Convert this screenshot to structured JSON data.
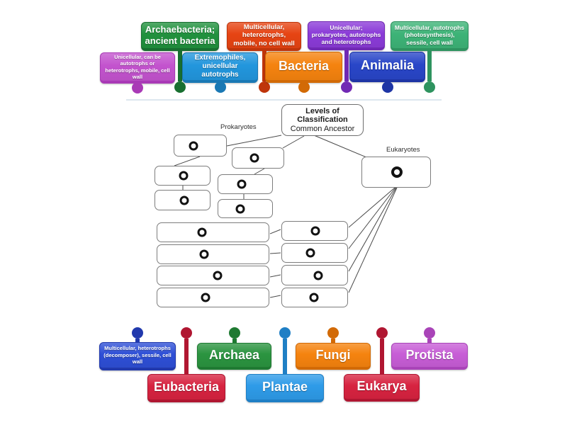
{
  "divider_color": "#dde7ef",
  "root_box": {
    "title1": "Levels of",
    "title2": "Classification",
    "subtitle": "Common Ancestor"
  },
  "group_labels": {
    "prokaryotes": "Prokaryotes",
    "eukaryotes": "Eukaryotes"
  },
  "top_labels": [
    {
      "id": "unicellular-flexible",
      "text": "Unicellular, can be autotrophs or heterotrophs, mobile, cell wall",
      "bg": "#c353ce",
      "accent": "#a93ab6"
    },
    {
      "id": "archaebacteria",
      "text": "Archaebacteria; ancient bacteria",
      "bg": "#21913e",
      "accent": "#186f30"
    },
    {
      "id": "extremophiles",
      "text": "Extremophiles, unicellular autotrophs",
      "bg": "#2296dd",
      "accent": "#1a78b4"
    },
    {
      "id": "multicellular-heterotrophs",
      "text": "Multicellular, heterotrophs, mobile, no cell wall",
      "bg": "#e64413",
      "accent": "#bf350b"
    },
    {
      "id": "bacteria",
      "text": "Bacteria",
      "bg": "#f5830f",
      "accent": "#d26a06"
    },
    {
      "id": "unicellular-prokaryotes",
      "text": "Unicellular; prokaryotes, autotrophs and heterotrophs",
      "bg": "#8b3bd8",
      "accent": "#7129b4"
    },
    {
      "id": "animalia",
      "text": "Animalia",
      "bg": "#2946c8",
      "accent": "#1e35a5"
    },
    {
      "id": "multicellular-autotrophs",
      "text": "Multicellular, autotrophs (photosynthesis), sessile, cell wall",
      "bg": "#3db377",
      "accent": "#2e935f"
    }
  ],
  "bottom_labels": [
    {
      "id": "multicellular-decomposer",
      "text": "Multicellular, heterotrophs (decomposer), sessile, cell wall",
      "bg": "#2e4fd6",
      "accent": "#2139ad"
    },
    {
      "id": "eubacteria",
      "text": "Eubacteria",
      "bg": "#d72340",
      "accent": "#b01631"
    },
    {
      "id": "archaea",
      "text": "Archaea",
      "bg": "#2b9440",
      "accent": "#1f7a32"
    },
    {
      "id": "plantae",
      "text": "Plantae",
      "bg": "#2e9be8",
      "accent": "#1f7fc5"
    },
    {
      "id": "fungi",
      "text": "Fungi",
      "bg": "#f5830f",
      "accent": "#d26a06"
    },
    {
      "id": "eukarya",
      "text": "Eukarya",
      "bg": "#d72340",
      "accent": "#b01631"
    },
    {
      "id": "protista",
      "text": "Protista",
      "bg": "#c75dd6",
      "accent": "#a944b8"
    }
  ]
}
